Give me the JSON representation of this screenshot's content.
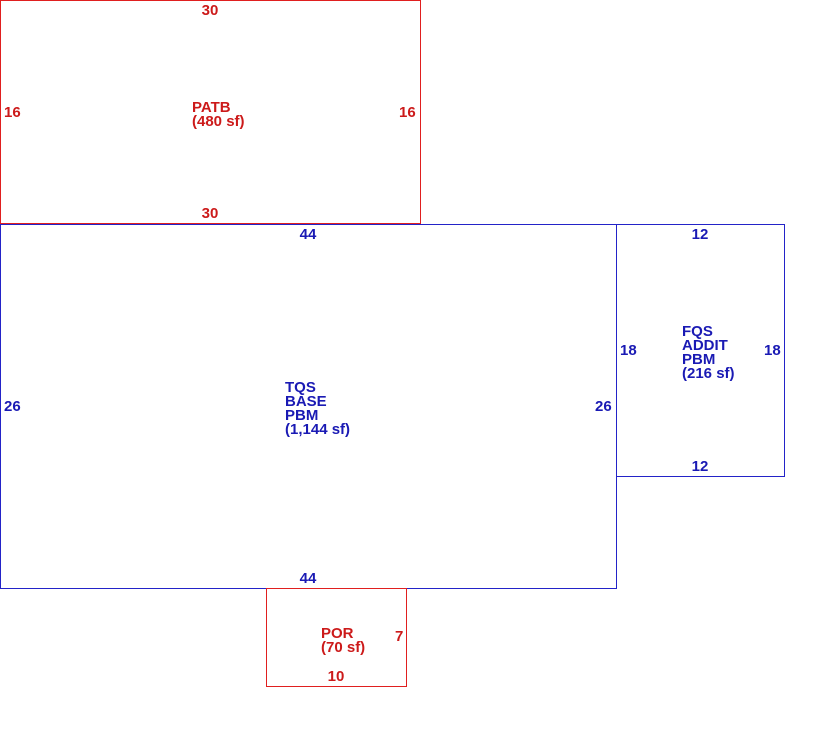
{
  "colors": {
    "red": "#cc1a1a",
    "blue": "#1a1ab4"
  },
  "rooms": {
    "patb": {
      "label": [
        "PATB",
        "(480 sf)"
      ],
      "dims": {
        "top": "30",
        "bottom": "30",
        "left": "16",
        "right": "16"
      }
    },
    "base": {
      "label": [
        "TQS",
        "BASE",
        "PBM",
        "(1,144 sf)"
      ],
      "dims": {
        "top": "44",
        "bottom": "44",
        "left": "26",
        "right": "26"
      }
    },
    "addit": {
      "label": [
        "FQS",
        "ADDIT",
        "PBM",
        "(216 sf)"
      ],
      "dims": {
        "top": "12",
        "bottom": "12",
        "left": "18",
        "right": "18"
      }
    },
    "por": {
      "label": [
        "POR",
        "(70 sf)"
      ],
      "dims": {
        "bottom": "10",
        "right": "7"
      }
    }
  }
}
